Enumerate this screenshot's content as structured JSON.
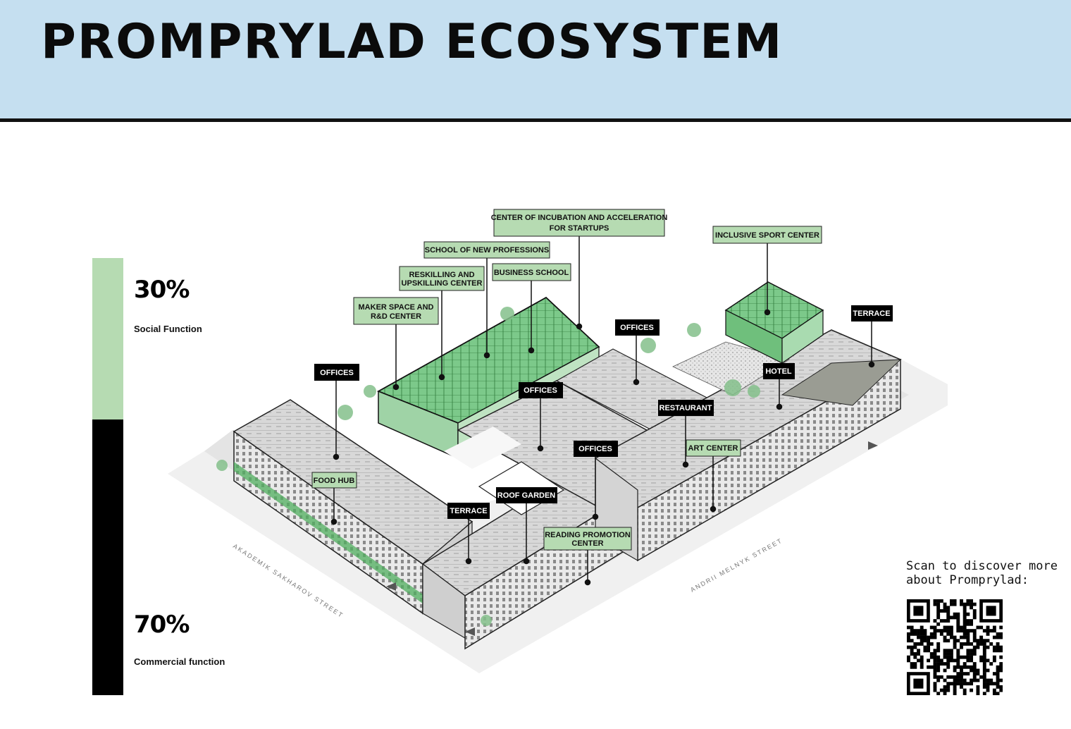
{
  "header": {
    "title": "PROMPRYLAD ECOSYSTEM"
  },
  "legend": {
    "social": {
      "percent": "30%",
      "label": "Social Function",
      "color": "#b6dbb2",
      "share": 0.3
    },
    "commercial": {
      "percent": "70%",
      "label": "Commercial function",
      "color": "#000000",
      "share": 0.7
    }
  },
  "labels": {
    "incubation_1": "CENTER OF INCUBATION AND ACCELERATION",
    "incubation_2": "FOR STARTUPS",
    "inclusive_sport": "INCLUSIVE SPORT CENTER",
    "new_professions": "SCHOOL OF NEW PROFESSIONS",
    "reskilling_1": "RESKILLING AND",
    "reskilling_2": "UPSKILLING CENTER",
    "business_school": "BUSINESS SCHOOL",
    "maker_space_1": "MAKER SPACE AND",
    "maker_space_2": "R&D CENTER",
    "terrace_right": "TERRACE",
    "offices_center_top": "OFFICES",
    "offices_left": "OFFICES",
    "hotel": "HOTEL",
    "offices_middle": "OFFICES",
    "restaurant": "RESTAURANT",
    "art_center": "ART CENTER",
    "offices_lower": "OFFICES",
    "food_hub": "FOOD HUB",
    "roof_garden": "ROOF GARDEN",
    "terrace_left": "TERRACE",
    "reading_1": "READING PROMOTION",
    "reading_2": "CENTER"
  },
  "streets": {
    "left": "AKADEMIK SAKHAROV STREET",
    "right": "ANDRII MELNYK STREET"
  },
  "qr": {
    "text": "Scan to discover more\nabout Promprylad:"
  },
  "colors": {
    "header_bg": "#c5dff0",
    "social_green": "#b6dbb2",
    "building_green": "#5db46a"
  }
}
